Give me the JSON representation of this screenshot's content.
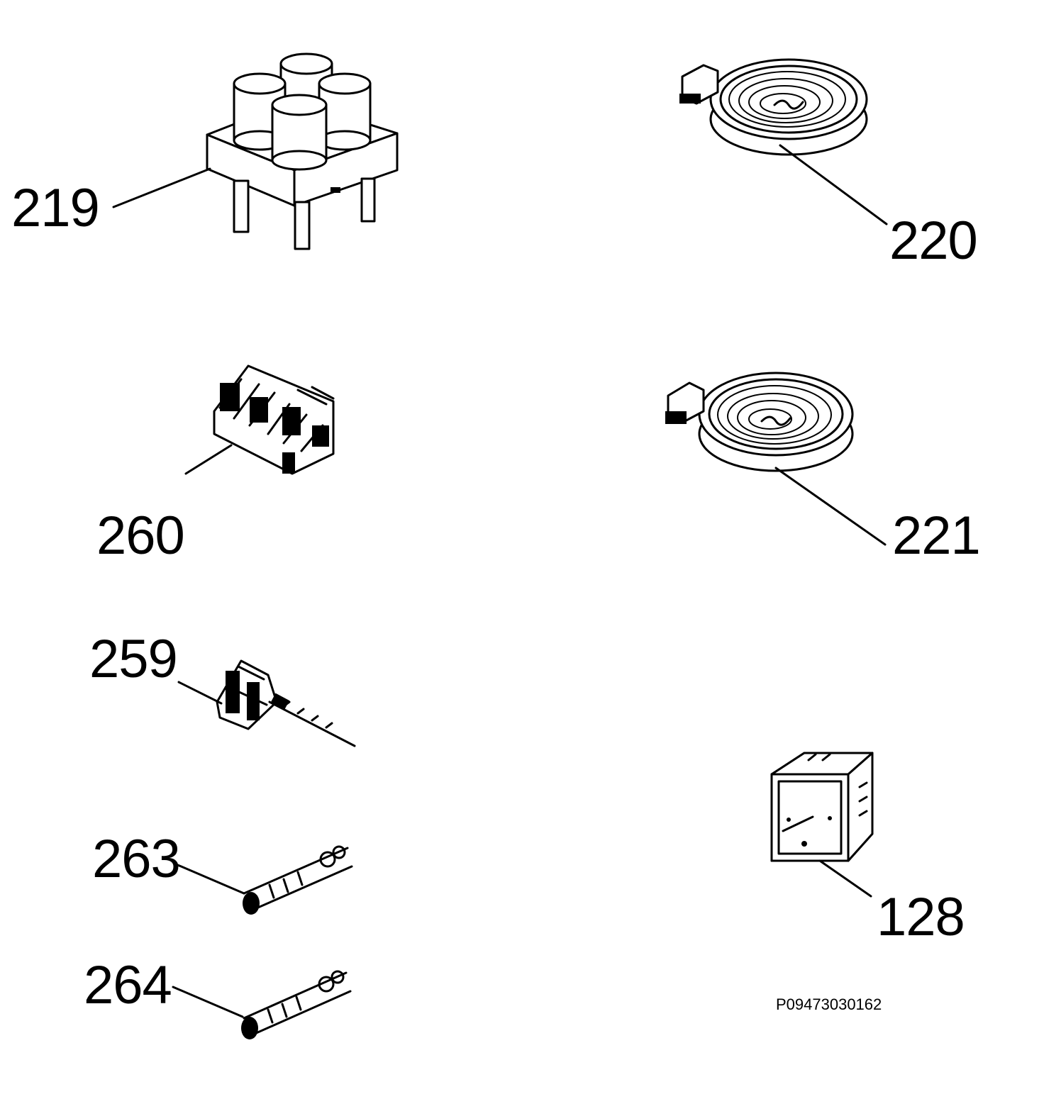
{
  "parts": [
    {
      "id": "p219",
      "label": "219"
    },
    {
      "id": "p220",
      "label": "220"
    },
    {
      "id": "p260",
      "label": "260"
    },
    {
      "id": "p221",
      "label": "221"
    },
    {
      "id": "p259",
      "label": "259"
    },
    {
      "id": "p263",
      "label": "263"
    },
    {
      "id": "p128",
      "label": "128"
    },
    {
      "id": "p264",
      "label": "264"
    }
  ],
  "drawing_code": "P09473030162"
}
